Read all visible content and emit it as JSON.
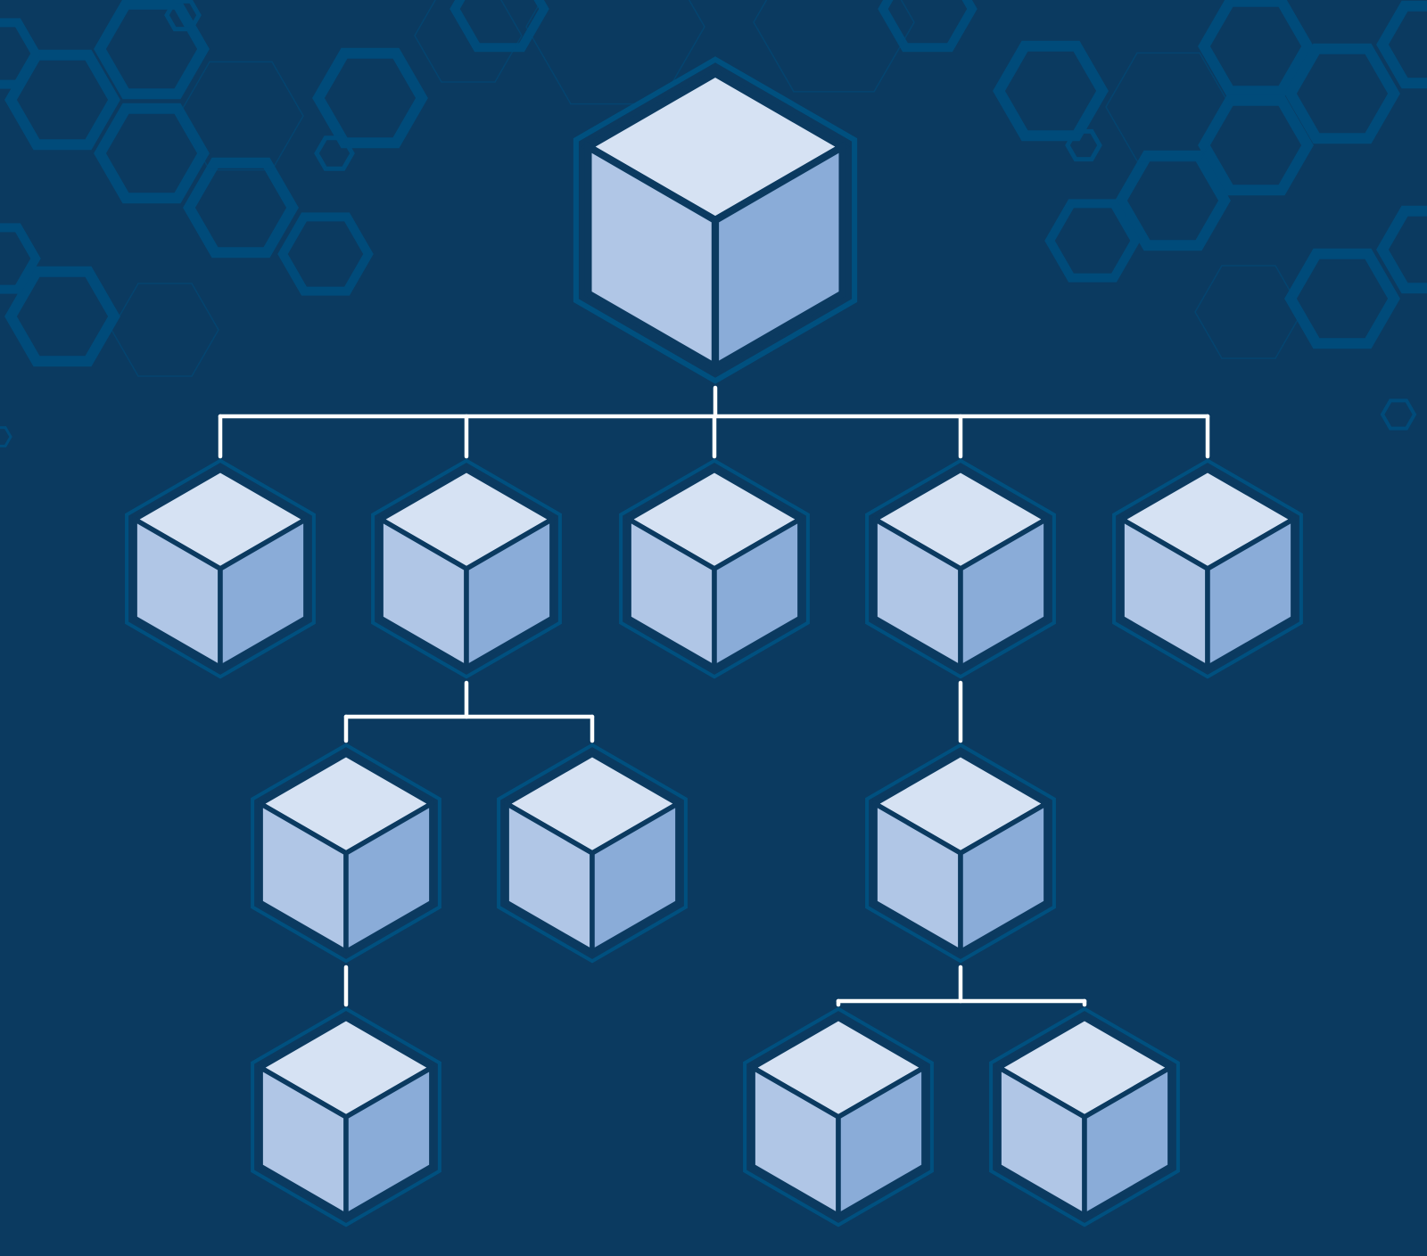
{
  "colors": {
    "background": "#0b3a60",
    "hex_ring": "#00507f",
    "bg_hex": "#004b7a",
    "cube_top": "#d6e2f3",
    "cube_left": "#b0c6e6",
    "cube_right": "#8aacd8",
    "cube_edge": "#0b3a60",
    "connector": "#ffffff"
  },
  "tree": {
    "id": "root",
    "children": [
      {
        "id": "a"
      },
      {
        "id": "b",
        "children": [
          {
            "id": "b1",
            "children": [
              {
                "id": "b1a"
              }
            ]
          },
          {
            "id": "b2"
          }
        ]
      },
      {
        "id": "c"
      },
      {
        "id": "d",
        "children": [
          {
            "id": "d1",
            "children": [
              {
                "id": "d1a"
              },
              {
                "id": "d1b"
              }
            ]
          }
        ]
      },
      {
        "id": "e"
      }
    ]
  }
}
